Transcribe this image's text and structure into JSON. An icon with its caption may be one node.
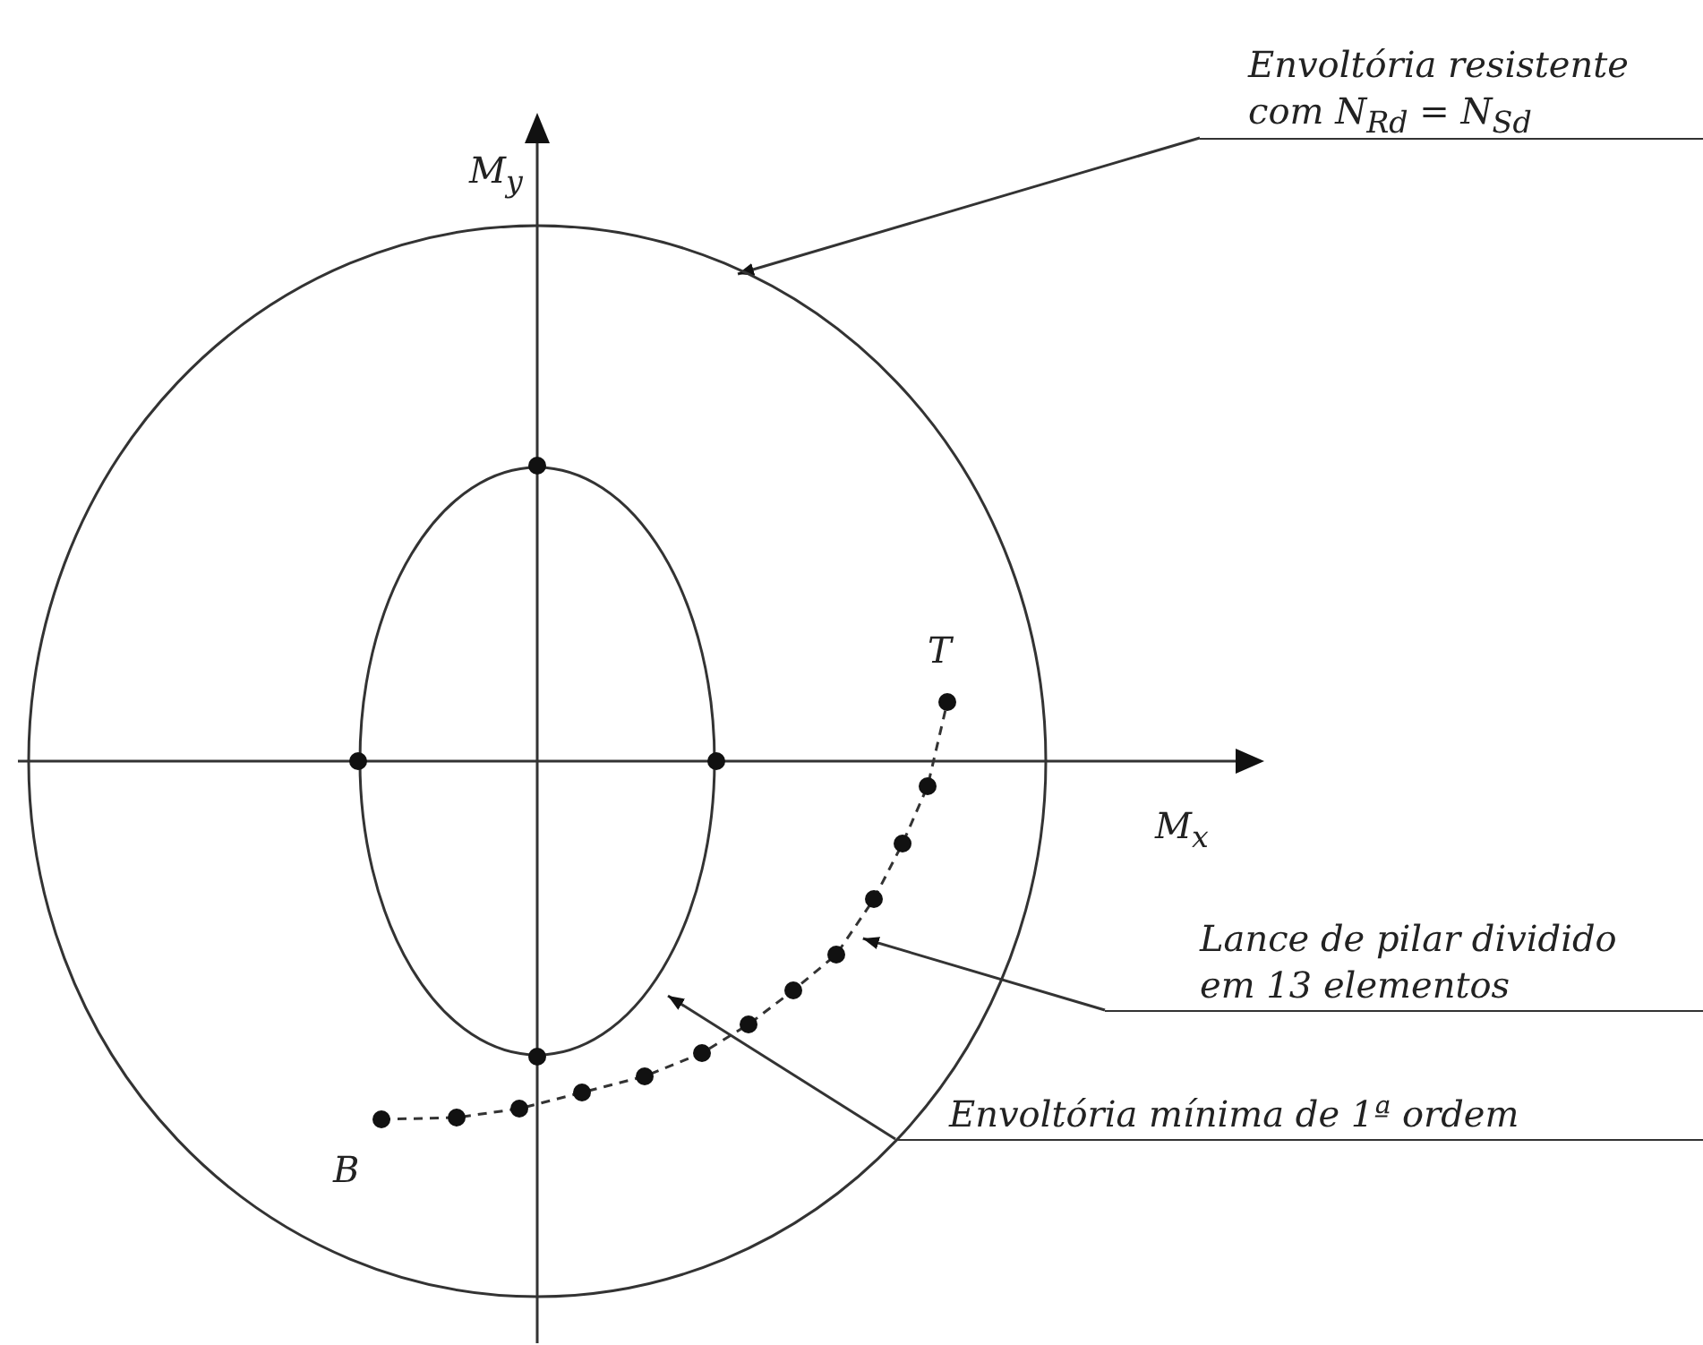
{
  "diagram": {
    "nodes": [
      {
        "text": [
          "Envoltória resistente com N$_{Rd}$ = N$_{Sd}$"
        ]
      },
      {
        "text": [],
        "shape": "ellipse"
      },
      {
        "text": [
          "Lance de pilar dividido em 13 elementos"
        ]
      },
      {
        "text": [],
        "shape": "curve",
        "in": 1,
        "beside": [
          "T",
          "B"
        ]
      },
      {
        "text": [
          "Envoltória mínima de 1ª ordem"
        ]
      },
      {
        "text": [],
        "shape": "ellipse",
        "in": 1
      }
    ],
    "edges": [
      {
        "from": 0,
        "to": 1,
        "arrow": "to"
      },
      {
        "from": 2,
        "to": 3,
        "arrow": "to"
      },
      {
        "from": 4,
        "to": 5,
        "arrow": "to"
      }
    ],
    "labels": [
      "M$_{y}$",
      "M$_{x}$"
    ]
  }
}
